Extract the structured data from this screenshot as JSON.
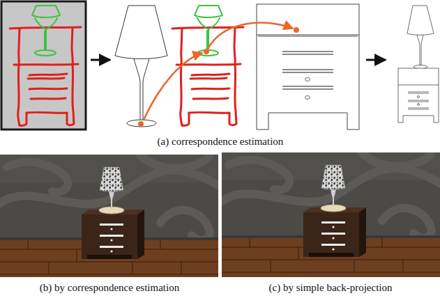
{
  "diagram": {
    "labels": [
      "(a) correspondence estimation",
      "(b) by correspondence estimation",
      "(c) by simple back-projection"
    ]
  }
}
